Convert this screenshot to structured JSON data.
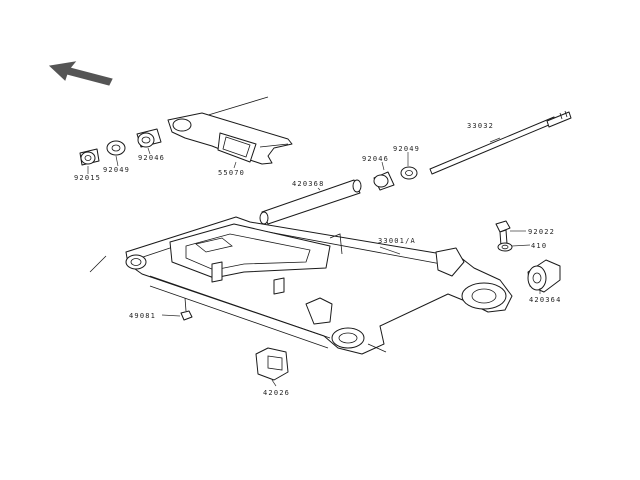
{
  "diagram": {
    "colors": {
      "line": "#1a1a1a",
      "arrow": "#555555",
      "background": "#ffffff"
    },
    "icons": {
      "direction_arrow": "arrow-up-left-icon"
    },
    "parts": [
      {
        "id": "p92015",
        "label": "92015"
      },
      {
        "id": "p92049a",
        "label": "92049"
      },
      {
        "id": "p92046a",
        "label": "92046"
      },
      {
        "id": "p55070",
        "label": "55070"
      },
      {
        "id": "p92046b",
        "label": "92046"
      },
      {
        "id": "p92049b",
        "label": "92049"
      },
      {
        "id": "p33032",
        "label": "33032"
      },
      {
        "id": "p420368",
        "label": "420368"
      },
      {
        "id": "p33001",
        "label": "33001/A"
      },
      {
        "id": "p92022",
        "label": "92022"
      },
      {
        "id": "p410",
        "label": "410"
      },
      {
        "id": "p420364",
        "label": "420364"
      },
      {
        "id": "p49081",
        "label": "49081"
      },
      {
        "id": "p42026",
        "label": "42026"
      }
    ]
  }
}
